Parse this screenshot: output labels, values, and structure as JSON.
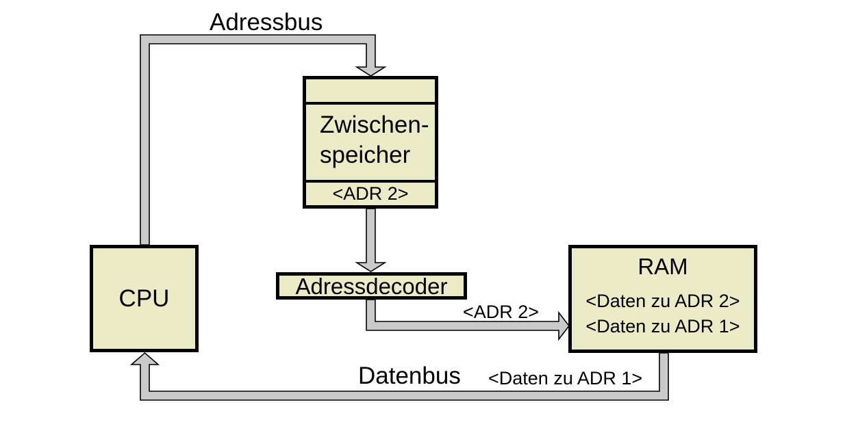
{
  "colors": {
    "background": "#ffffff",
    "box_fill": "#ebebc8",
    "box_border": "#000000",
    "bus_fill": "#cacaca",
    "bus_outline": "#000000",
    "text": "#000000"
  },
  "nodes": {
    "cpu": {
      "label": "CPU"
    },
    "buffer": {
      "line1": "Zwischen-",
      "line2": "speicher",
      "slot": "<ADR 2>"
    },
    "decoder": {
      "label": "Adressdecoder"
    },
    "ram": {
      "title": "RAM",
      "row1": "<Daten zu ADR 2>",
      "row2": "<Daten zu ADR 1>"
    }
  },
  "bus_labels": {
    "adressbus": "Adressbus",
    "adr2": "<ADR 2>",
    "datenbus": "Datenbus",
    "daten_adr1": "<Daten zu ADR 1>"
  },
  "connections": [
    {
      "name": "adressbus",
      "from": "cpu",
      "to": "buffer"
    },
    {
      "name": "buffer-to-decoder",
      "from": "buffer",
      "to": "decoder"
    },
    {
      "name": "decoder-to-ram",
      "from": "decoder",
      "to": "ram"
    },
    {
      "name": "datenbus",
      "from": "ram",
      "to": "cpu"
    }
  ]
}
